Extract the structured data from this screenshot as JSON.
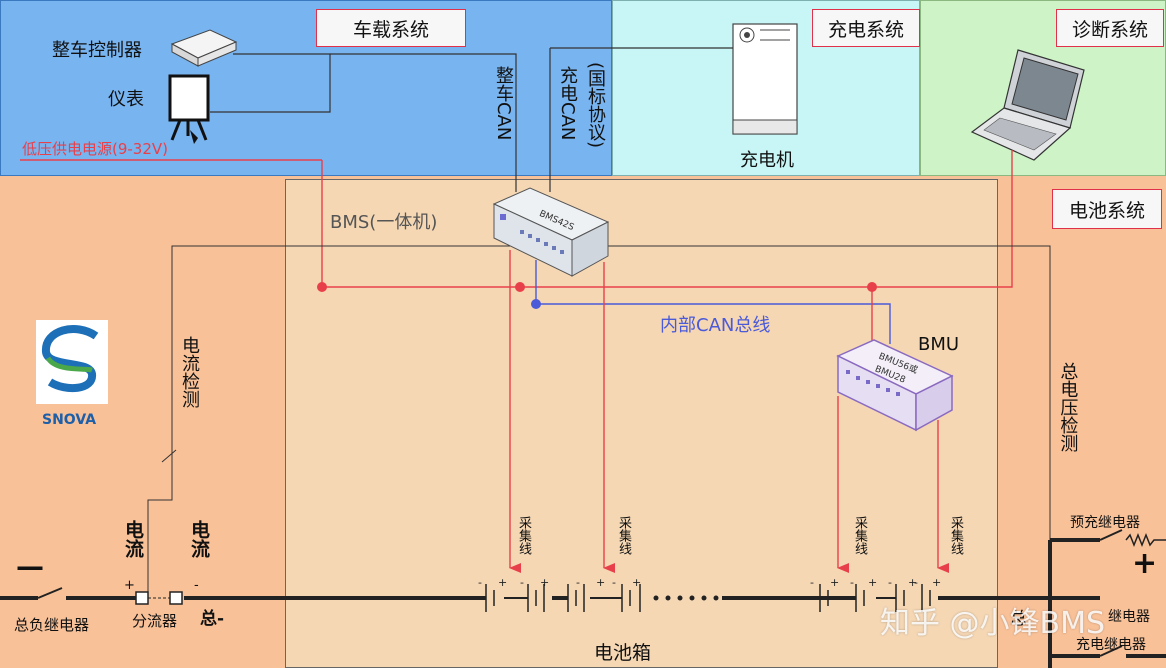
{
  "regions": {
    "vehicle_title": "车载系统",
    "charging_title": "充电系统",
    "diagnostic_title": "诊断系统",
    "battery_title": "电池系统"
  },
  "devices": {
    "vcu": "整车控制器",
    "meter": "仪表",
    "low_voltage_power": "低压供电电源(9-32V)",
    "charger": "充电机",
    "bms": "BMS(一体机)",
    "bms_chip": "BMS42S",
    "bmu": "BMU",
    "bmu_chip_line1": "BMU56或",
    "bmu_chip_line2": "BMU28",
    "battery_box": "电池箱"
  },
  "buses": {
    "vehicle_can": "整车CAN",
    "charge_can": "充电CAN",
    "charge_can_protocol": "(国标协议)",
    "internal_can": "内部CAN总线"
  },
  "measurement": {
    "current_detection": "电流检测",
    "total_voltage_detection": "总电压检测",
    "sampling_line": "采集线",
    "current_plus": "电流",
    "current_minus": "电流",
    "plus_sign": "+",
    "minus_sign": "-"
  },
  "power_path": {
    "negative_symbol": "—",
    "positive_symbol": "+",
    "total_negative_relay": "总负继电器",
    "shunt": "分流器",
    "total_negative": "总-",
    "precharge_relay": "预充继电器",
    "relay_partial": "继电器",
    "charge_relay": "充电继电器",
    "total_partial": "总"
  },
  "logo": {
    "text": "SNOVA"
  },
  "watermark": "知乎 @小锋BMS",
  "colors": {
    "vehicle_bg": "#78b4f0",
    "charging_bg": "#c8f5f5",
    "diagnostic_bg": "#cdf3c6",
    "battery_bg": "#f8c198",
    "box_bg": "#f5d7b4",
    "power_line_red": "#e8404a",
    "internal_can_blue": "#4a5ad8",
    "title_border": "#e0304a"
  }
}
